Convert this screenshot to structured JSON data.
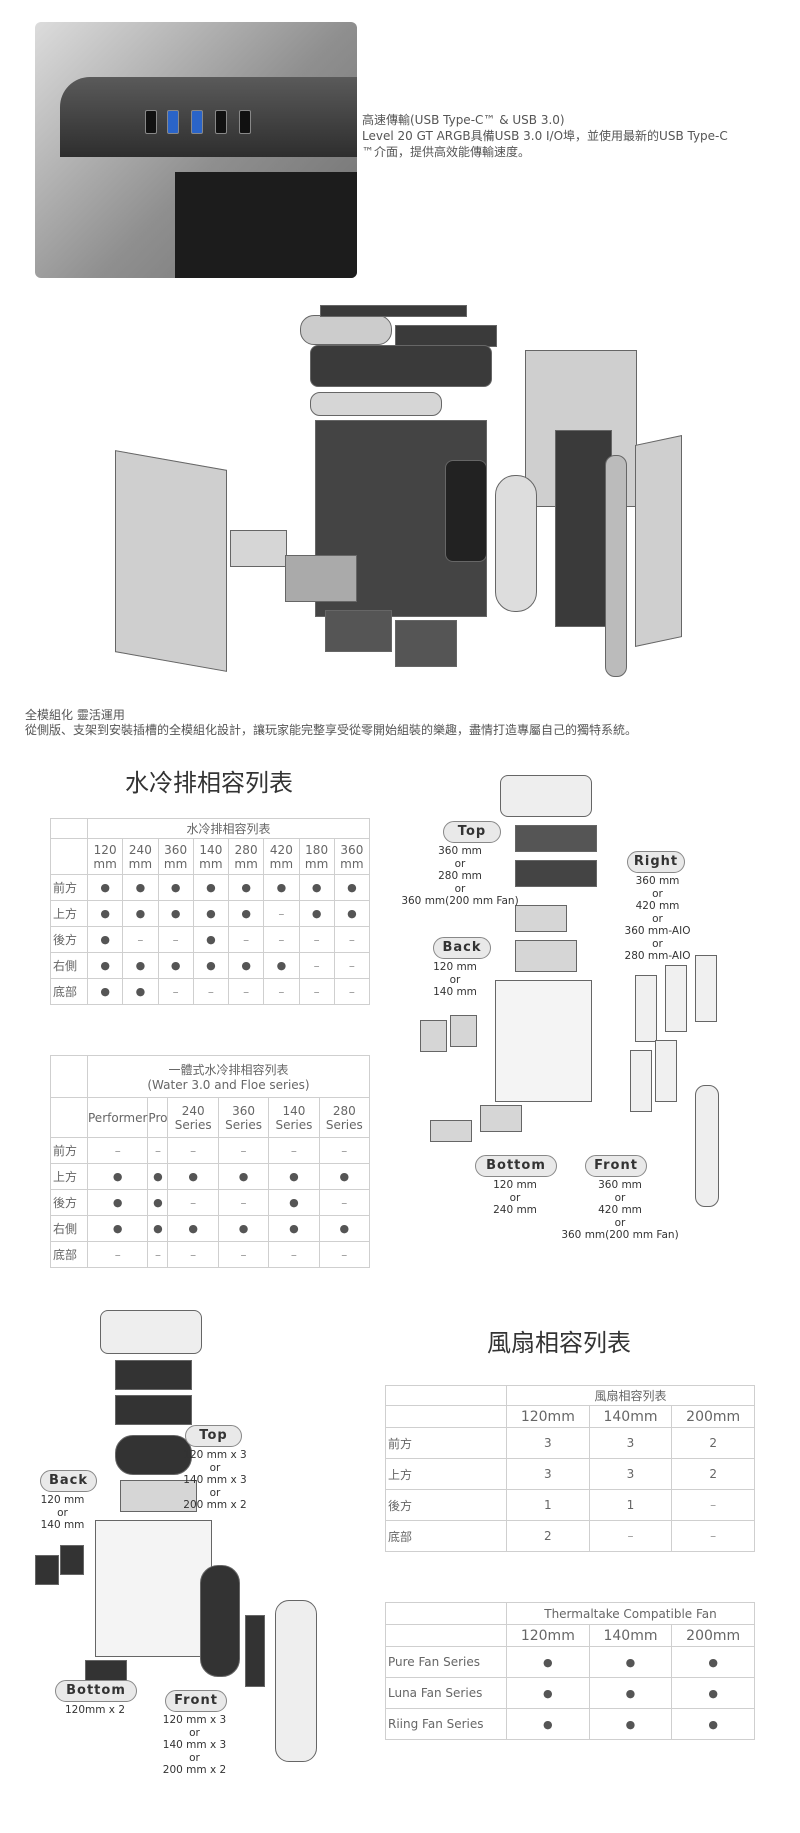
{
  "intro": {
    "title": "高速傳輸(USB Type-C™ & USB 3.0)",
    "line1": "Level 20 GT ARGB具備USB 3.0 I/O埠，並使用最新的USB Type-C",
    "line2": "™介面，提供高效能傳輸速度。"
  },
  "modular": {
    "title": "全模組化 靈活運用",
    "body": "從側版、支架到安裝插槽的全模組化設計，讓玩家能完整享受從零開始組裝的樂趣，盡情打造專屬自己的獨特系統。"
  },
  "radiator": {
    "section_title": "水冷排相容列表",
    "table1": {
      "caption": "水冷排相容列表",
      "columns": [
        "120 mm",
        "240 mm",
        "360 mm",
        "140 mm",
        "280 mm",
        "420 mm",
        "180 mm",
        "360 mm"
      ],
      "rows": [
        {
          "label": "前方",
          "cells": [
            "●",
            "●",
            "●",
            "●",
            "●",
            "●",
            "●",
            "●"
          ]
        },
        {
          "label": "上方",
          "cells": [
            "●",
            "●",
            "●",
            "●",
            "●",
            "–",
            "●",
            "●"
          ]
        },
        {
          "label": "後方",
          "cells": [
            "●",
            "–",
            "–",
            "●",
            "–",
            "–",
            "–",
            "–"
          ]
        },
        {
          "label": "右側",
          "cells": [
            "●",
            "●",
            "●",
            "●",
            "●",
            "●",
            "–",
            "–"
          ]
        },
        {
          "label": "底部",
          "cells": [
            "●",
            "●",
            "–",
            "–",
            "–",
            "–",
            "–",
            "–"
          ]
        }
      ]
    },
    "table2": {
      "caption": "一體式水冷排相容列表",
      "subcaption": "(Water 3.0 and Floe series)",
      "columns": [
        "Performer",
        "Pro",
        "240 Series",
        "360 Series",
        "140 Series",
        "280 Series"
      ],
      "rows": [
        {
          "label": "前方",
          "cells": [
            "–",
            "–",
            "–",
            "–",
            "–",
            "–"
          ]
        },
        {
          "label": "上方",
          "cells": [
            "●",
            "●",
            "●",
            "●",
            "●",
            "●"
          ]
        },
        {
          "label": "後方",
          "cells": [
            "●",
            "●",
            "–",
            "–",
            "●",
            "–"
          ]
        },
        {
          "label": "右側",
          "cells": [
            "●",
            "●",
            "●",
            "●",
            "●",
            "●"
          ]
        },
        {
          "label": "底部",
          "cells": [
            "–",
            "–",
            "–",
            "–",
            "–",
            "–"
          ]
        }
      ]
    },
    "diagram": {
      "top": {
        "label": "Top",
        "lines": [
          "360  mm",
          "or",
          "280 mm",
          "or",
          "360 mm(200 mm Fan)"
        ]
      },
      "right": {
        "label": "Right",
        "lines": [
          "360 mm",
          "or",
          "420 mm",
          "or",
          "360 mm-AIO",
          "or",
          "280 mm-AIO"
        ]
      },
      "back": {
        "label": "Back",
        "lines": [
          "120 mm",
          "or",
          "140 mm"
        ]
      },
      "bottom": {
        "label": "Bottom",
        "lines": [
          "120 mm",
          "or",
          "240 mm"
        ]
      },
      "front": {
        "label": "Front",
        "lines": [
          "360 mm",
          "or",
          "420 mm",
          "or",
          "360 mm(200 mm Fan)"
        ]
      }
    }
  },
  "fan": {
    "section_title": "風扇相容列表",
    "diagram": {
      "top": {
        "label": "Top",
        "lines": [
          "120 mm x 3",
          "or",
          "140 mm x 3",
          "or",
          "200 mm x 2"
        ]
      },
      "back": {
        "label": "Back",
        "lines": [
          "120 mm",
          "or",
          "140 mm"
        ]
      },
      "bottom": {
        "label": "Bottom",
        "lines": [
          "120mm x 2"
        ]
      },
      "front": {
        "label": "Front",
        "lines": [
          "120 mm x 3",
          "or",
          "140 mm x 3",
          "or",
          "200 mm x 2"
        ]
      }
    },
    "table1": {
      "caption": "風扇相容列表",
      "columns": [
        "120mm",
        "140mm",
        "200mm"
      ],
      "rows": [
        {
          "label": "前方",
          "cells": [
            "3",
            "3",
            "2"
          ]
        },
        {
          "label": "上方",
          "cells": [
            "3",
            "3",
            "2"
          ]
        },
        {
          "label": "後方",
          "cells": [
            "1",
            "1",
            "–"
          ]
        },
        {
          "label": "底部",
          "cells": [
            "2",
            "–",
            "–"
          ]
        }
      ]
    },
    "table2": {
      "caption": "Thermaltake Compatible Fan",
      "columns": [
        "120mm",
        "140mm",
        "200mm"
      ],
      "rows": [
        {
          "label": "Pure Fan Series",
          "cells": [
            "●",
            "●",
            "●"
          ]
        },
        {
          "label": "Luna Fan Series",
          "cells": [
            "●",
            "●",
            "●"
          ]
        },
        {
          "label": "Riing Fan Series",
          "cells": [
            "●",
            "●",
            "●"
          ]
        }
      ]
    }
  }
}
